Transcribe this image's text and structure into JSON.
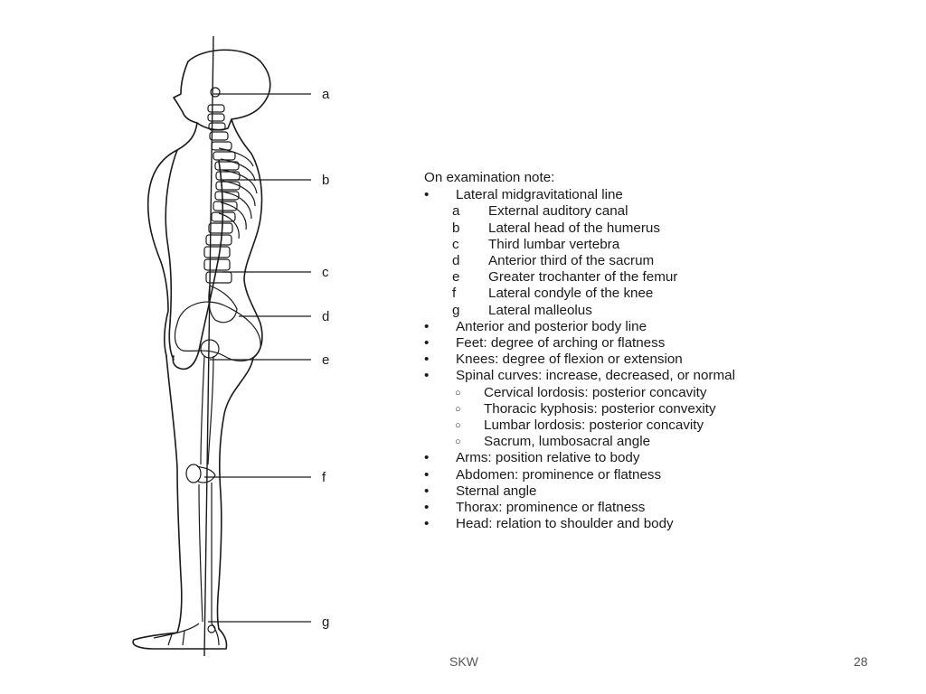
{
  "callouts": [
    "a",
    "b",
    "c",
    "d",
    "e",
    "f",
    "g"
  ],
  "notes": {
    "heading": "On examination note:",
    "bullets": [
      {
        "text": "Lateral midgravitational line",
        "lettered": [
          {
            "letter": "a",
            "text": "External auditory canal"
          },
          {
            "letter": "b",
            "text": "Lateral head of the humerus"
          },
          {
            "letter": "c",
            "text": "Third lumbar vertebra"
          },
          {
            "letter": "d",
            "text": "Anterior third of the sacrum"
          },
          {
            "letter": "e",
            "text": "Greater trochanter of the femur"
          },
          {
            "letter": "f",
            "text": "Lateral condyle of the knee"
          },
          {
            "letter": "g",
            "text": "Lateral malleolus"
          }
        ]
      },
      {
        "text": "Anterior and posterior body line"
      },
      {
        "text": "Feet: degree of arching or flatness"
      },
      {
        "text": "Knees: degree of flexion or extension"
      },
      {
        "text": "Spinal curves: increase, decreased, or normal",
        "circled": [
          "Cervical lordosis: posterior concavity",
          "Thoracic kyphosis: posterior convexity",
          "Lumbar lordosis: posterior concavity",
          "Sacrum, lumbosacral angle"
        ]
      },
      {
        "text": "Arms: position relative to body"
      },
      {
        "text": "Abdomen: prominence or flatness"
      },
      {
        "text": "Sternal angle"
      },
      {
        "text": "Thorax: prominence or flatness"
      },
      {
        "text": "Head: relation to shoulder and body"
      }
    ]
  },
  "footer": {
    "left": "SKW",
    "right": "28"
  }
}
